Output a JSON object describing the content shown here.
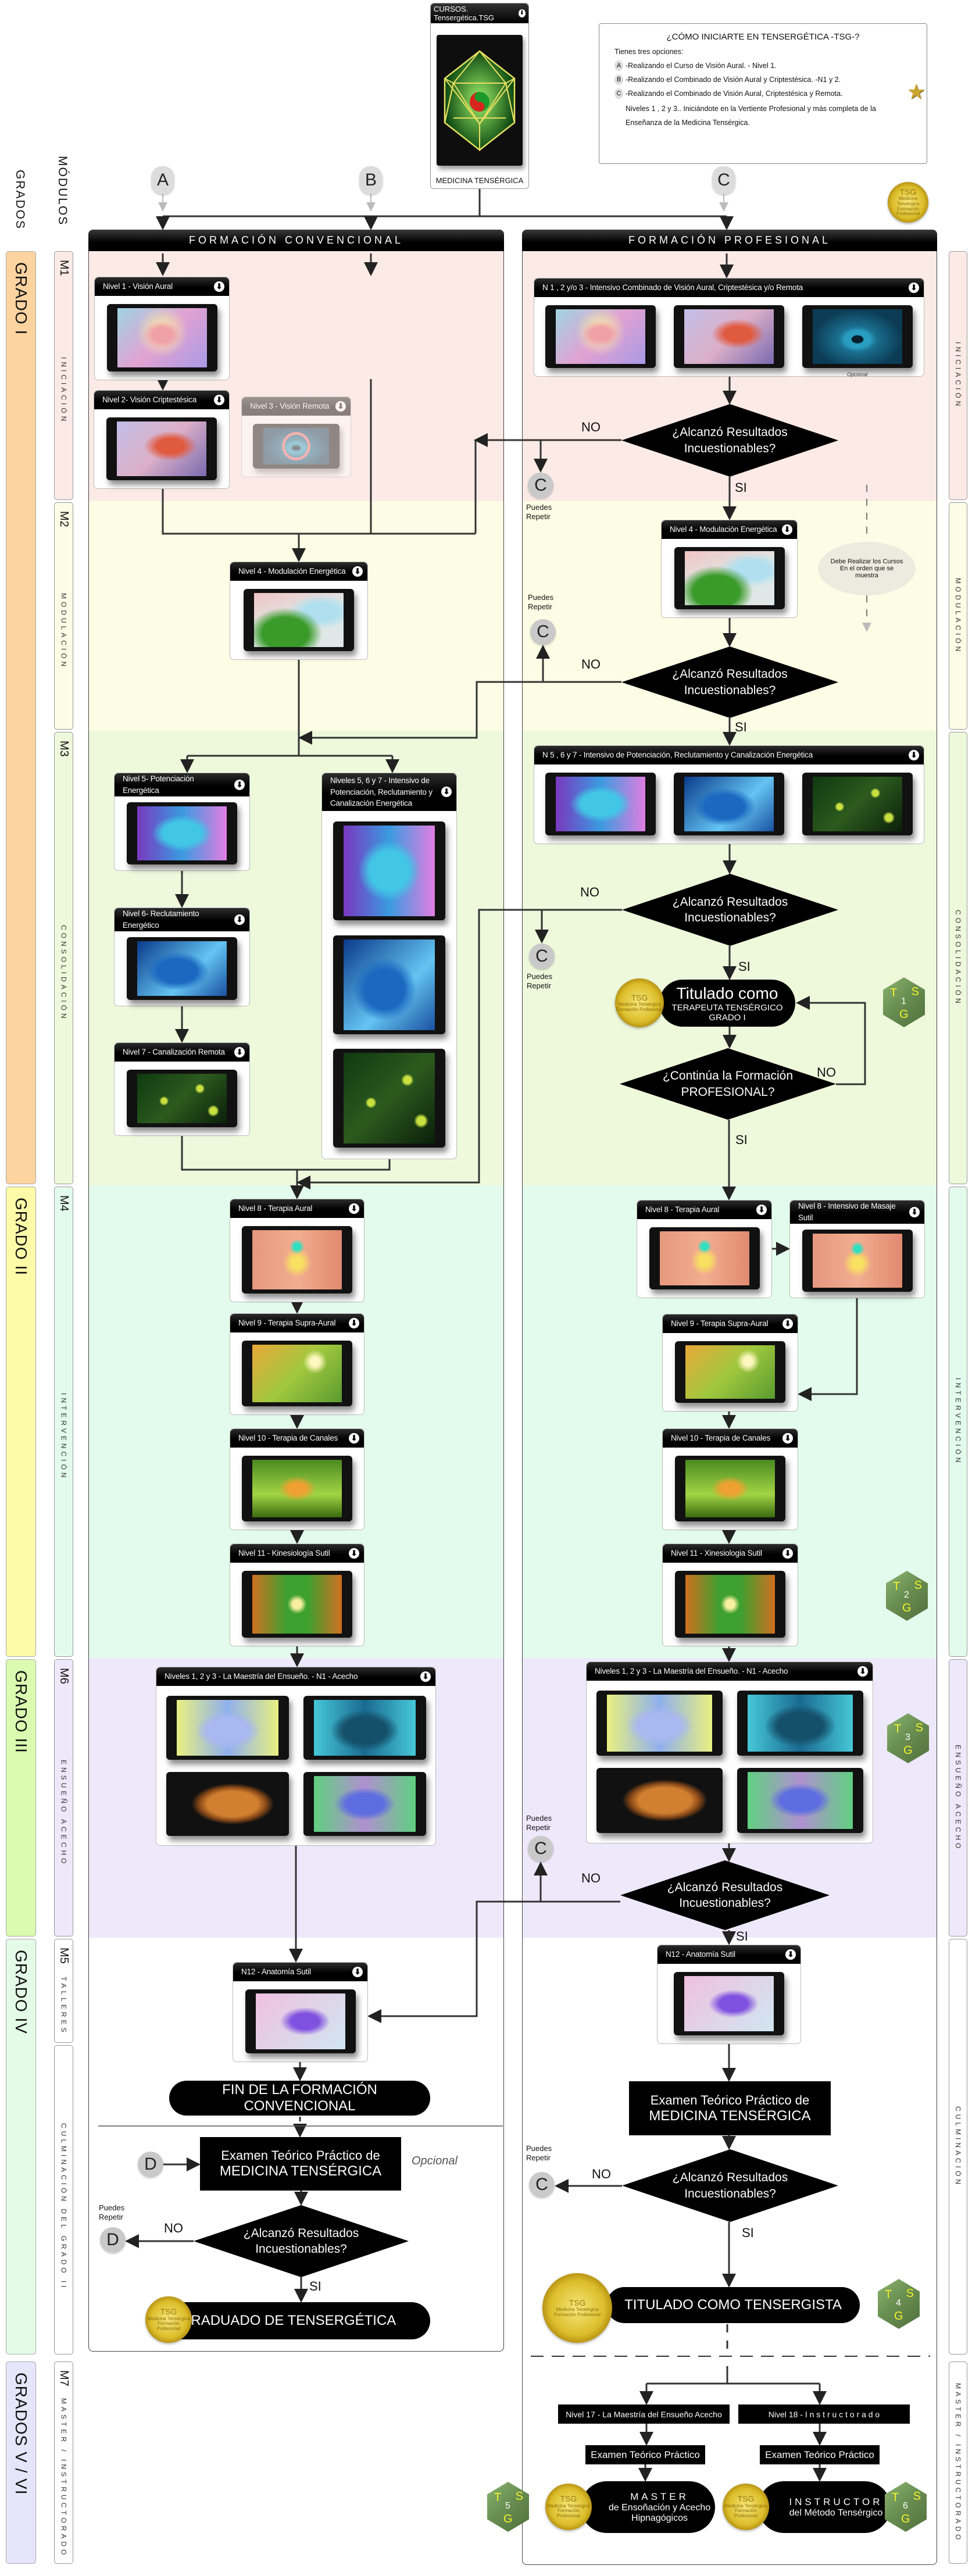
{
  "top_card": {
    "title": "CURSOS. Tensergética.TSG",
    "caption": "MEDICINA TENSÉRGICA"
  },
  "legend": {
    "title": "¿CÓMO INICIARTE EN TENSERGÉTICA -TSG-?",
    "intro": "Tienes tres opciones:",
    "options": [
      {
        "letter": "A",
        "text": "-Realizando el Curso de Visión Aural.  - Nivel 1."
      },
      {
        "letter": "B",
        "text": "-Realizando el Combinado de Visión Aural y Criptestésica.  -N1 y 2."
      },
      {
        "letter": "C",
        "text": "-Realizando el Combinado de Visión Aural, Criptestésica y Remota."
      }
    ],
    "continuation": "Niveles 1 , 2 y 3.. Iniciándote en la Vertiente Profesional y más completa de la Enseñanza de la Medicina Tensérgica."
  },
  "axis_titles": {
    "grades": "GRADOS",
    "modules": "MÓDULOS"
  },
  "markers": {
    "a": "A",
    "b": "B",
    "c": "C",
    "d": "D"
  },
  "columns": {
    "conventional": "FORMACIÓN  CONVENCIONAL",
    "professional": "FORMACIÓN  PROFESIONAL"
  },
  "grades": [
    {
      "label": "GRADO I",
      "color": "#fdd3a0"
    },
    {
      "label": "GRADO II",
      "color": "#fdfba8"
    },
    {
      "label": "GRADO III",
      "color": "#dafbb0"
    },
    {
      "label": "GRADO IV",
      "color": "#e4fbe8"
    },
    {
      "label": "GRADOS  V / VI",
      "color": "#e6e6fb"
    }
  ],
  "modules_left": [
    {
      "code": "M1",
      "name": "INICIACIÓN",
      "color": "#fbeae6"
    },
    {
      "code": "M2",
      "name": "MODULACIÓN",
      "color": "#fdfde6"
    },
    {
      "code": "M3",
      "name": "CONSOLIDACIÓN",
      "color": "#eef9dc"
    },
    {
      "code": "M4",
      "name": "INTERVENCIÓN",
      "color": "#e3fbec"
    },
    {
      "code": "M6",
      "name": "ENSUEÑO ACECHO",
      "color": "#ede9fb"
    },
    {
      "code": "M5",
      "name": "TALLERES",
      "color": "#ffffff"
    },
    {
      "code": "",
      "name": "CULMINACIÓN DEL GRADO II",
      "color": "#ffffff"
    },
    {
      "code": "M7",
      "name": "MASTER / INSTRUCTORADO",
      "color": "#ffffff"
    }
  ],
  "modules_right": [
    "INICIACIÓN",
    "MODULACIÓN",
    "CONSOLIDACIÓN",
    "INTERVENCIÓN",
    "ENSUEÑO ACECHO",
    "CULMINACIÓN",
    "MASTER / INSTRUCTORADO"
  ],
  "cards": {
    "l_n1": {
      "title": "Nivel 1 - Visión Aural",
      "images": [
        "aura-face"
      ]
    },
    "l_n12": {
      "title": "N12 - Anatomía Sutil",
      "images": [
        "anatomy"
      ]
    },
    "l_n2": {
      "title": "Nivel 2- Visión Criptestésica",
      "images": [
        "hand"
      ]
    },
    "l_n3": {
      "title": "Nivel 3 - Visión  Remota",
      "images": [
        "eye-blocked"
      ]
    },
    "l_n4": {
      "title": "Nivel 4 - Modulación Energética",
      "images": [
        "plant"
      ]
    },
    "l_n5": {
      "title": "Nivel 5- Potenciación Energética",
      "images": [
        "blue-head"
      ]
    },
    "l_n6": {
      "title": "Nivel 6- Reclutamiento Energético",
      "images": [
        "blue-body"
      ]
    },
    "l_n7": {
      "title": "Nivel 7 - Canalización Remota",
      "images": [
        "channel"
      ]
    },
    "l_n567": {
      "title": "Niveles  5, 6 y 7 -  Intensivo de Potenciación, Reclutamiento y Canalización  Energética",
      "images": [
        "blue-head",
        "blue-body",
        "channel"
      ]
    },
    "l_n8": {
      "title": "Nivel 8 - Terapia Aural",
      "images": [
        "aural-therapy"
      ]
    },
    "l_n9": {
      "title": "Nivel 9 - Terapia Supra-Aural",
      "images": [
        "supra-aural"
      ]
    },
    "l_n10": {
      "title": "Nivel 10 - Terapia de Canales",
      "images": [
        "channels-body"
      ]
    },
    "l_n11": {
      "title": "Nivel 11 - Kinesiología Sutil",
      "images": [
        "kinesiology"
      ]
    },
    "l_ens": {
      "title": "Niveles 1, 2 y 3 - La Maestría del Ensueño. - N1 - Acecho",
      "images": [
        "dream-face-1",
        "dream-face-2",
        "jaguar",
        "dream-face-3"
      ]
    },
    "r_n123": {
      "title": "N 1 , 2 y/o 3 - Intensivo Combinado de Visión Aural, Criptestésica y/o Remota",
      "images": [
        "aura-face",
        "hand",
        "eye"
      ],
      "caption": "Opcional"
    },
    "r_n4": {
      "title": "Nivel 4 - Modulación Energética",
      "images": [
        "plant"
      ]
    },
    "r_n567": {
      "title": "N 5 , 6 y 7 - Intensivo de Potenciación, Reclutamiento y Canalización Energética",
      "images": [
        "blue-head",
        "blue-body",
        "channel"
      ]
    },
    "r_n8": {
      "title": "Nivel 8 - Terapia Aural",
      "images": [
        "aural-therapy"
      ]
    },
    "r_n8m": {
      "title": "Nivel 8 - Intensivo de Masaje Sutil",
      "images": [
        "aural-therapy"
      ]
    },
    "r_n9": {
      "title": "Nivel 9 - Terapia Supra-Aural",
      "images": [
        "supra-aural"
      ]
    },
    "r_n10": {
      "title": "Nivel 10 - Terapia de Canales",
      "images": [
        "channels-body"
      ]
    },
    "r_n11": {
      "title": "Nivel 11 - Xinesiologia Sutil",
      "images": [
        "kinesiology"
      ]
    },
    "r_ens": {
      "title": "Niveles 1, 2 y 3 - La Maestría del Ensueño. - N1 - Acecho",
      "images": [
        "dream-face-1",
        "dream-face-2",
        "jaguar",
        "dream-face-3"
      ]
    },
    "r_n12": {
      "title": "N12 - Anatomía Sutil",
      "images": [
        "anatomy"
      ]
    }
  },
  "decisions": {
    "results": {
      "line1": "¿Alcanzó Resultados",
      "line2": "Incuestionables?"
    },
    "continue": {
      "line1": "¿Continúa la Formación",
      "line2": "PROFESIONAL?"
    }
  },
  "terminals": {
    "therapist": {
      "line1": "Titulado como",
      "line2": "TERAPEUTA TENSÉRGICO GRADO I"
    },
    "end_conventional": {
      "line1": "FIN DE LA FORMACIÓN CONVENCIONAL"
    },
    "graduate": {
      "line1": "GRADUADO DE TENSERGÉTICA"
    },
    "tensergista": {
      "line1": "TITULADO  COMO  TENSERGISTA"
    },
    "master": {
      "line1": "MASTER",
      "line2": "de Ensoñación y Acecho",
      "line3": "Hipnagógicos"
    },
    "instructor": {
      "line1": "INSTRUCTOR",
      "line2": "del Método Tensérgico"
    }
  },
  "boxes": {
    "exam": {
      "line1": "Examen Teórico Práctico de",
      "line2": "MEDICINA TENSÉRGICA"
    },
    "n17": {
      "line1": "Nivel 17 - La Maestría del Ensueño  Acecho"
    },
    "n18": {
      "line1": "Nivel 18 - I n s t r u c t o r a d o"
    },
    "exam_short": {
      "line1": "Examen Teórico Práctico"
    }
  },
  "flow": {
    "no": "NO",
    "si": "SI",
    "repeat": "Puedes Repetir",
    "optional": "Opcional",
    "order_note": "Debe Realizar los Cursos En el orden que se muestra"
  },
  "seal": {
    "title": "TSG",
    "line1": "Medicina Tensérgica",
    "line2": "Formación Profesional"
  },
  "tsg_badge": {
    "t": "T",
    "s": "S",
    "g": "G",
    "levels": [
      "1",
      "2",
      "3",
      "4",
      "5",
      "6"
    ]
  },
  "theme": {
    "line": "#333333",
    "marker": "#c9c9c9",
    "gold": "#d4b21f",
    "badge_green": "#6a8f52"
  }
}
